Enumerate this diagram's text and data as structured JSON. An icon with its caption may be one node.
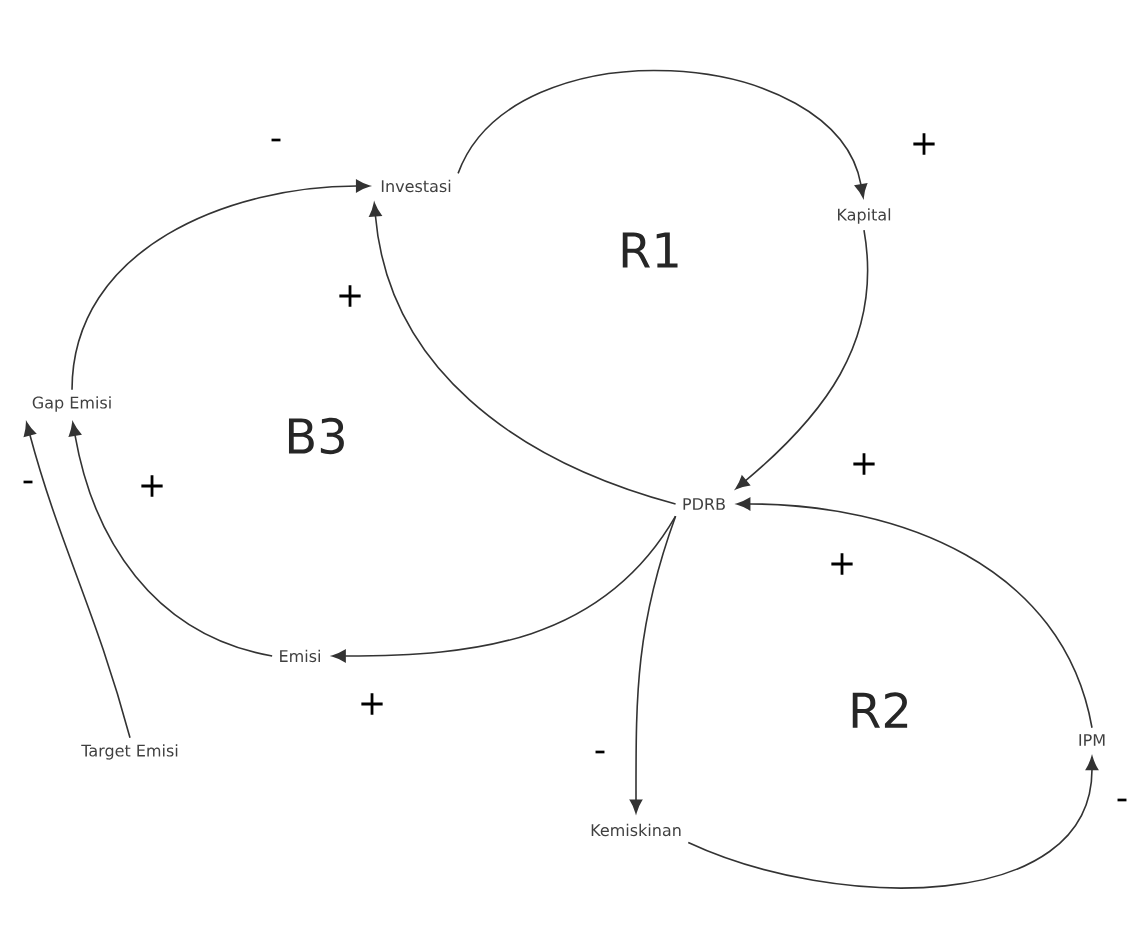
{
  "diagram": {
    "nodes": [
      {
        "text": [
          "Investasi"
        ]
      },
      {
        "text": [
          "Kapital"
        ]
      },
      {
        "text": [
          "Gap Emisi"
        ]
      },
      {
        "text": [
          "PDRB"
        ]
      },
      {
        "text": [
          "Emisi"
        ]
      },
      {
        "text": [
          "Target Emisi"
        ]
      },
      {
        "text": [
          "Kemiskinan"
        ]
      },
      {
        "text": [
          "IPM"
        ]
      }
    ],
    "edges": [
      {
        "from": 0,
        "to": 1,
        "arrow": "to",
        "label": "+"
      },
      {
        "from": 1,
        "to": 3,
        "arrow": "to",
        "label": "+"
      },
      {
        "from": 3,
        "to": 0,
        "arrow": "to",
        "label": "+"
      },
      {
        "from": 2,
        "to": 0,
        "arrow": "to",
        "label": "-"
      },
      {
        "from": 3,
        "to": 4,
        "arrow": "to",
        "label": "+"
      },
      {
        "from": 4,
        "to": 2,
        "arrow": "to",
        "label": "+"
      },
      {
        "from": 5,
        "to": 2,
        "arrow": "to",
        "label": "-"
      },
      {
        "from": 3,
        "to": 6,
        "arrow": "to",
        "label": "-"
      },
      {
        "from": 6,
        "to": 7,
        "arrow": "to",
        "label": "-"
      },
      {
        "from": 7,
        "to": 3,
        "arrow": "to",
        "label": "+"
      }
    ],
    "labels": [
      "R1",
      "B3",
      "R2"
    ]
  }
}
